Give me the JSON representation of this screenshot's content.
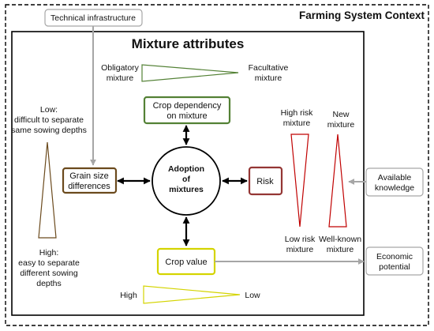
{
  "context_title": "Farming System Context",
  "main_title": "Mixture attributes",
  "technical_infrastructure": "Technical infrastructure",
  "center": {
    "line1": "Adoption",
    "line2": "of",
    "line3": "mixtures"
  },
  "crop_dependency": {
    "line1": "Crop dependency",
    "line2": "on mixture"
  },
  "grain_size": {
    "line1": "Grain size",
    "line2": "differences"
  },
  "risk": "Risk",
  "crop_value": "Crop value",
  "obligatory": {
    "line1": "Obligatory",
    "line2": "mixture"
  },
  "facultative": {
    "line1": "Facultative",
    "line2": "mixture"
  },
  "low_sep": {
    "line1": "Low:",
    "line2": "difficult to separate",
    "line3": "same sowing depths"
  },
  "high_sep": {
    "line1": "High:",
    "line2": "easy to separate",
    "line3": "different sowing",
    "line4": "depths"
  },
  "high_risk": {
    "line1": "High risk",
    "line2": "mixture"
  },
  "low_risk": {
    "line1": "Low risk",
    "line2": "mixture"
  },
  "new_mixture": {
    "line1": "New",
    "line2": "mixture"
  },
  "well_known": {
    "line1": "Well-known",
    "line2": "mixture"
  },
  "available_knowledge": {
    "line1": "Available",
    "line2": "knowledge"
  },
  "economic_potential": {
    "line1": "Economic",
    "line2": "potential"
  },
  "value_high": "High",
  "value_low": "Low",
  "colors": {
    "green": "#538135",
    "brown": "#6b4a1d",
    "darkred": "#943634",
    "yellow": "#d4d400",
    "red": "#c00000",
    "grey": "#a6a6a6"
  }
}
